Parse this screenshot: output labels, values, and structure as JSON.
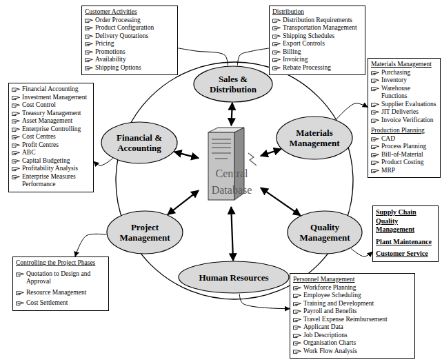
{
  "diagram": {
    "nodes": [
      {
        "text": [
          "Customer Activities",
          "Order Processing",
          "Product Configuration",
          "Delivery Quotations",
          "Pricing",
          "Promotions",
          "Availability",
          "Shipping Options"
        ]
      },
      {
        "text": [
          "Distribution",
          "Distribution Requirements",
          "Transportation Management",
          "Shipping Schedules",
          "Export Controls",
          "Billing",
          "Invoicing",
          "Rebate Processing"
        ]
      },
      {
        "text": [
          "Sales & Distribution"
        ]
      },
      {
        "text": [
          "Materials Management",
          "Purchasing",
          "Inventory",
          "Warehouse Functions",
          "Supplier Evaluations",
          "JIT Deliveries",
          "Invoice Verification",
          "Production Planning",
          "CAD",
          "Process Planning",
          "Bill-of-Material",
          "Product Costing",
          "MRP"
        ]
      },
      {
        "text": [
          "Financial Accounting",
          "Investment Management",
          "Cost Control",
          "Treasury Management",
          "Asset Management",
          "Enterprise Controlling",
          "Cost Centres",
          "Profit Centres",
          "ABC",
          "Capital Budgeting",
          "Profitability Analysis",
          "Enterprise Measures Performance"
        ]
      },
      {
        "text": [
          "Financial & Accounting"
        ]
      },
      {
        "text": [
          "Materials Management"
        ]
      },
      {
        "text": [
          "Central Database"
        ]
      },
      {
        "text": [
          "Project Management"
        ]
      },
      {
        "text": [
          "Quality Management"
        ]
      },
      {
        "text": [
          "Supply Chain Quality Management",
          "Plant Maintenance",
          "Customer Service"
        ]
      },
      {
        "text": [
          "Human Resources"
        ]
      },
      {
        "text": [
          "Controlling the Project Phases",
          "Quotation to Design and Approval",
          "Resource Management",
          "Cost Settlement"
        ]
      },
      {
        "text": [
          "Personnel Management",
          "Workforce Planning",
          "Employee Scheduling",
          "Training and Development",
          "Payroll and Benefits",
          "Travel Expense Reimbursement",
          "Applicant Data",
          "Job Descriptions",
          "Organisation Charts",
          "Work Flow Analysis"
        ]
      }
    ],
    "edges": [
      {
        "from": 0,
        "to": 2,
        "arrow": "none"
      },
      {
        "from": 1,
        "to": 2,
        "arrow": "none"
      },
      {
        "from": 7,
        "to": 2,
        "arrow": "both"
      },
      {
        "from": 7,
        "to": 5,
        "arrow": "both"
      },
      {
        "from": 7,
        "to": 6,
        "arrow": "both"
      },
      {
        "from": 7,
        "to": 8,
        "arrow": "both"
      },
      {
        "from": 7,
        "to": 9,
        "arrow": "both"
      },
      {
        "from": 7,
        "to": 11,
        "arrow": "both"
      },
      {
        "from": 5,
        "to": 4,
        "arrow": "to"
      },
      {
        "from": 6,
        "to": 3,
        "arrow": "to"
      },
      {
        "from": 8,
        "to": 12,
        "arrow": "to"
      },
      {
        "from": 9,
        "to": 10,
        "arrow": "to"
      },
      {
        "from": 11,
        "to": 13,
        "arrow": "to"
      }
    ]
  }
}
